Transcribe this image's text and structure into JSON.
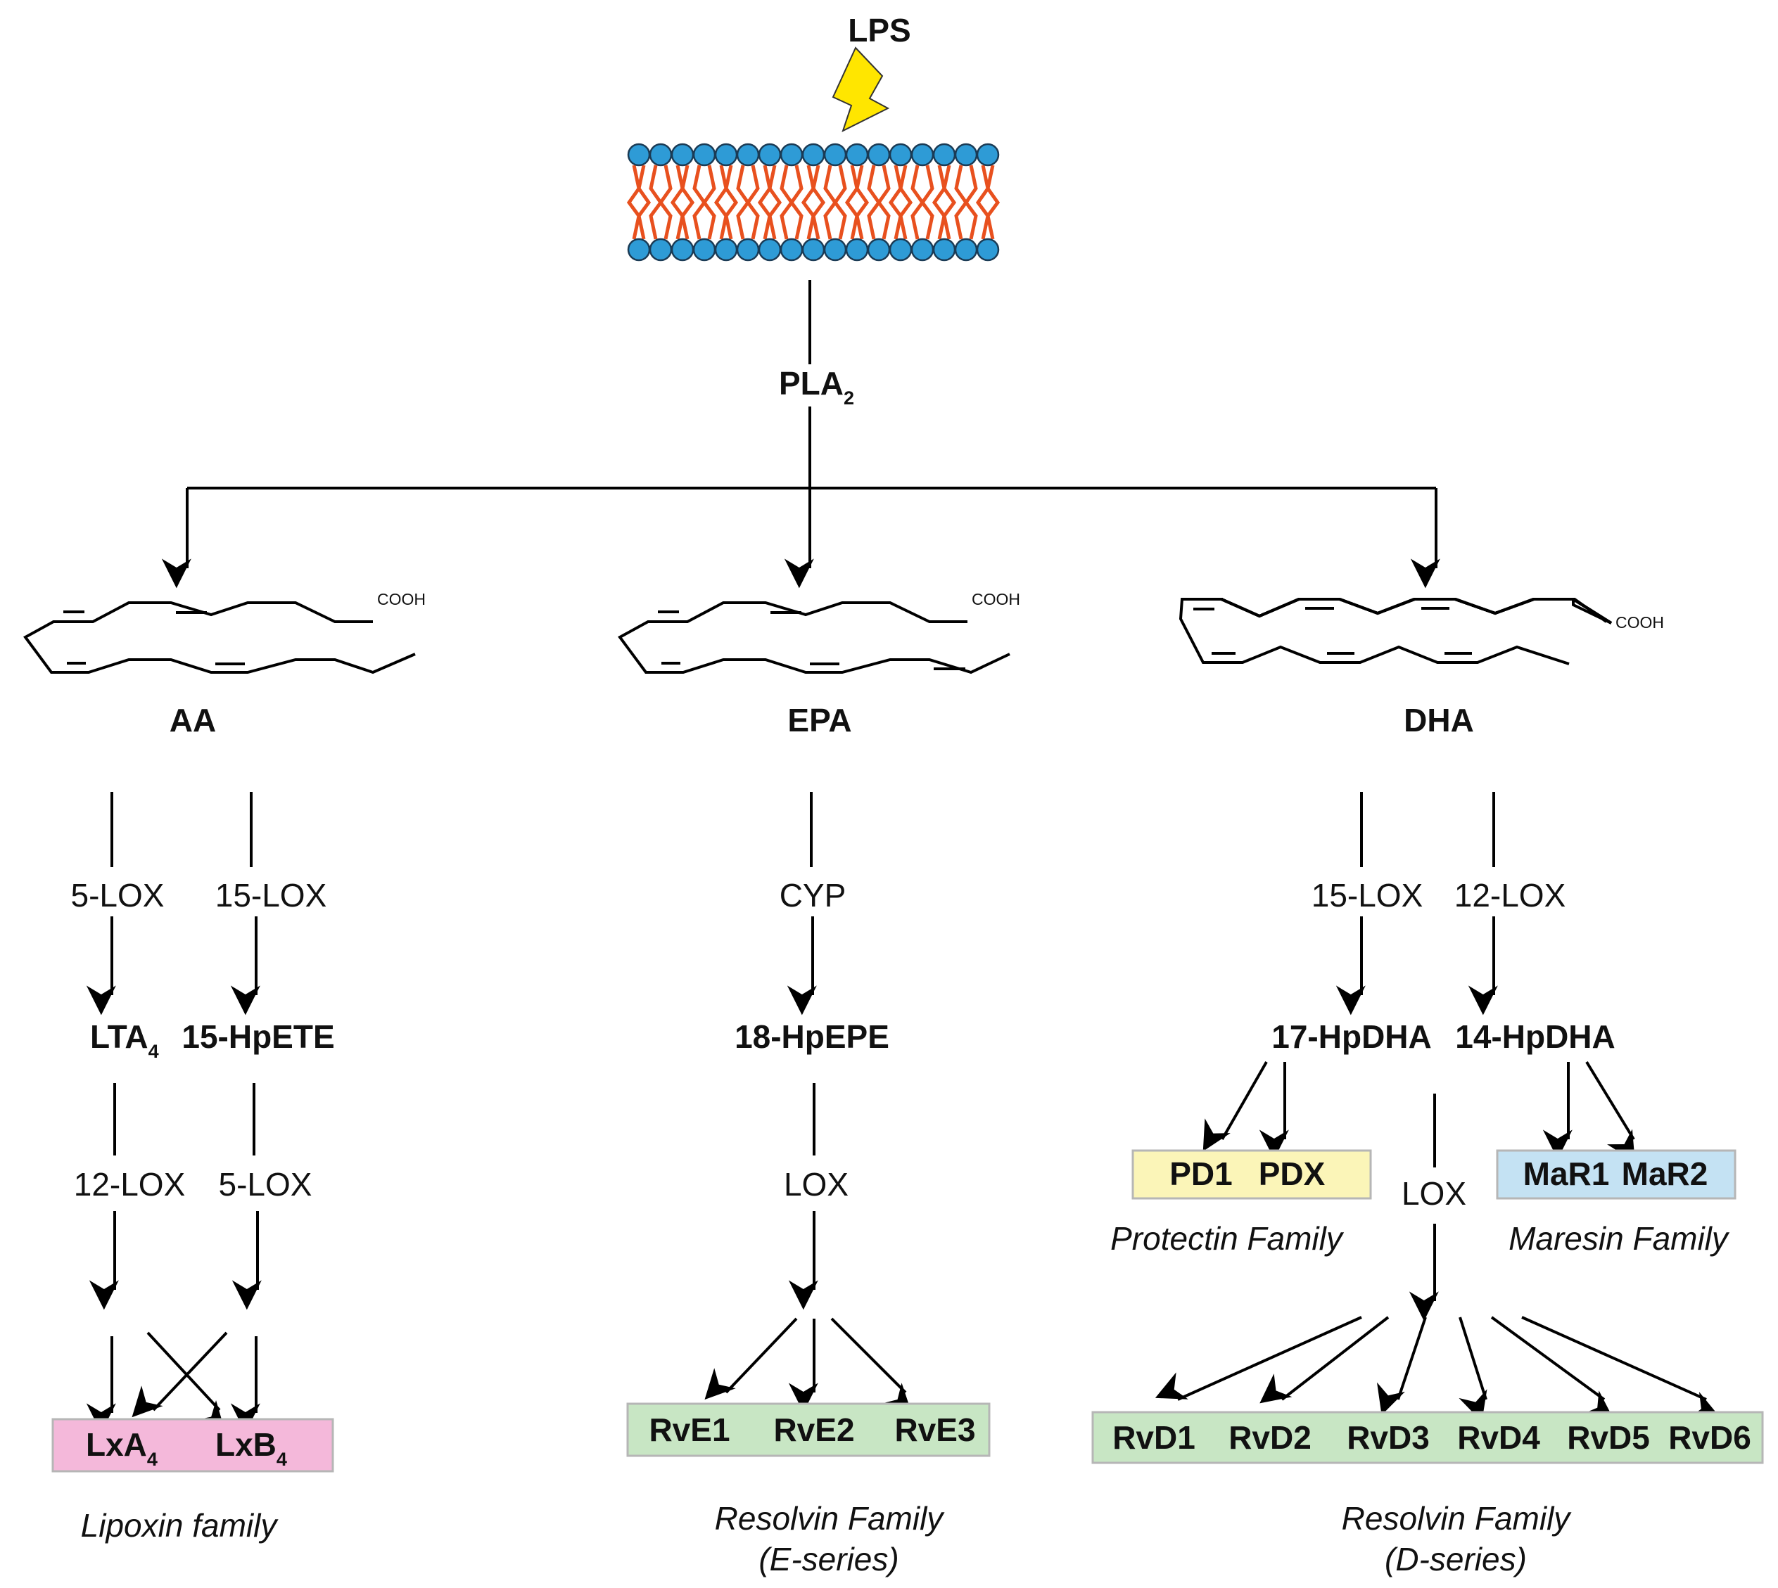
{
  "trigger": {
    "label": "LPS",
    "bolt_color": "#FFE600"
  },
  "membrane": {
    "head_color": "#2E9BD6",
    "tail_color": "#E8501E"
  },
  "enzyme_top": {
    "main": "PLA",
    "sub": "2"
  },
  "cooh_label": "COOH",
  "branches": {
    "aa": {
      "name": "AA",
      "enzyme_left": "5-LOX",
      "enzyme_right": "15-LOX",
      "inter_left": {
        "main": "LTA",
        "sub": "4"
      },
      "inter_right": "15-HpETE",
      "enzyme2_left": "12-LOX",
      "enzyme2_right": "5-LOX",
      "products": [
        {
          "main": "LxA",
          "sub": "4"
        },
        {
          "main": "LxB",
          "sub": "4"
        }
      ],
      "family": "Lipoxin family",
      "box_color": "#F4B8DA"
    },
    "epa": {
      "name": "EPA",
      "enzyme": "CYP",
      "inter": "18-HpEPE",
      "enzyme2": "LOX",
      "products": [
        "RvE1",
        "RvE2",
        "RvE3"
      ],
      "family_line1": "Resolvin Family",
      "family_line2": "(E-series)",
      "box_color": "#C8E6C4"
    },
    "dha": {
      "name": "DHA",
      "enzyme_left": "15-LOX",
      "enzyme_right": "12-LOX",
      "inter_left": "17-HpDHA",
      "inter_right": "14-HpDHA",
      "protectins": [
        "PD1",
        "PDX"
      ],
      "protectin_family": "Protectin Family",
      "protectin_color": "#FBF5B8",
      "maresins": [
        "MaR1",
        "MaR2"
      ],
      "maresin_family": "Maresin Family",
      "maresin_color": "#C4E2F3",
      "enzyme_mid": "LOX",
      "resolvins": [
        "RvD1",
        "RvD2",
        "RvD3",
        "RvD4",
        "RvD5",
        "RvD6"
      ],
      "family_line1": "Resolvin Family",
      "family_line2": "(D-series)",
      "box_color": "#C8E6C4"
    }
  }
}
